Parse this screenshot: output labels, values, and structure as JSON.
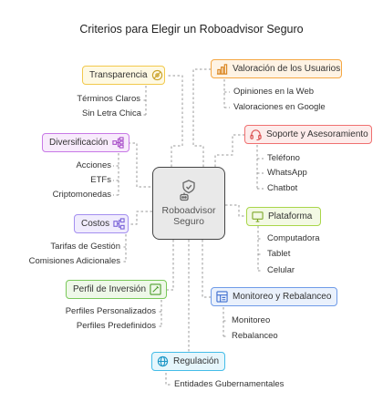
{
  "title": "Criterios para Elegir un Roboadvisor Seguro",
  "center": {
    "line1": "Roboadvisor",
    "line2": "Seguro"
  },
  "nodes": {
    "transparencia": {
      "label": "Transparencia",
      "items": [
        "Términos Claros",
        "Sin Letra Chica"
      ],
      "color": "#f2c94c",
      "fill": "#fef9e3"
    },
    "diversificacion": {
      "label": "Diversificación",
      "items": [
        "Acciones",
        "ETFs",
        "Criptomonedas"
      ],
      "color": "#c879e6",
      "fill": "#f8ebfc"
    },
    "costos": {
      "label": "Costos",
      "items": [
        "Tarifas de Gestión",
        "Comisiones Adicionales"
      ],
      "color": "#a48ff0",
      "fill": "#f0ecfd"
    },
    "perfil": {
      "label": "Perfil de Inversión",
      "items": [
        "Perfiles Personalizados",
        "Perfiles Predefinidos"
      ],
      "color": "#7ac95a",
      "fill": "#eef8e8"
    },
    "regulacion": {
      "label": "Regulación",
      "items": [
        "Entidades Gubernamentales"
      ],
      "color": "#44bde8",
      "fill": "#e6f6fc"
    },
    "valoracion": {
      "label": "Valoración de los Usuarios",
      "items": [
        "Opiniones en la Web",
        "Valoraciones en Google"
      ],
      "color": "#f5a742",
      "fill": "#fef3e4"
    },
    "soporte": {
      "label": "Soporte y Asesoramiento",
      "items": [
        "Teléfono",
        "WhatsApp",
        "Chatbot"
      ],
      "color": "#f07070",
      "fill": "#fdeceb"
    },
    "plataforma": {
      "label": "Plataforma",
      "items": [
        "Computadora",
        "Tablet",
        "Celular"
      ],
      "color": "#a9d64a",
      "fill": "#f3f9e4"
    },
    "monitoreo": {
      "label": "Monitoreo y Rebalanceo",
      "items": [
        "Monitoreo",
        "Rebalanceo"
      ],
      "color": "#6f9be8",
      "fill": "#eaf1fc"
    }
  }
}
